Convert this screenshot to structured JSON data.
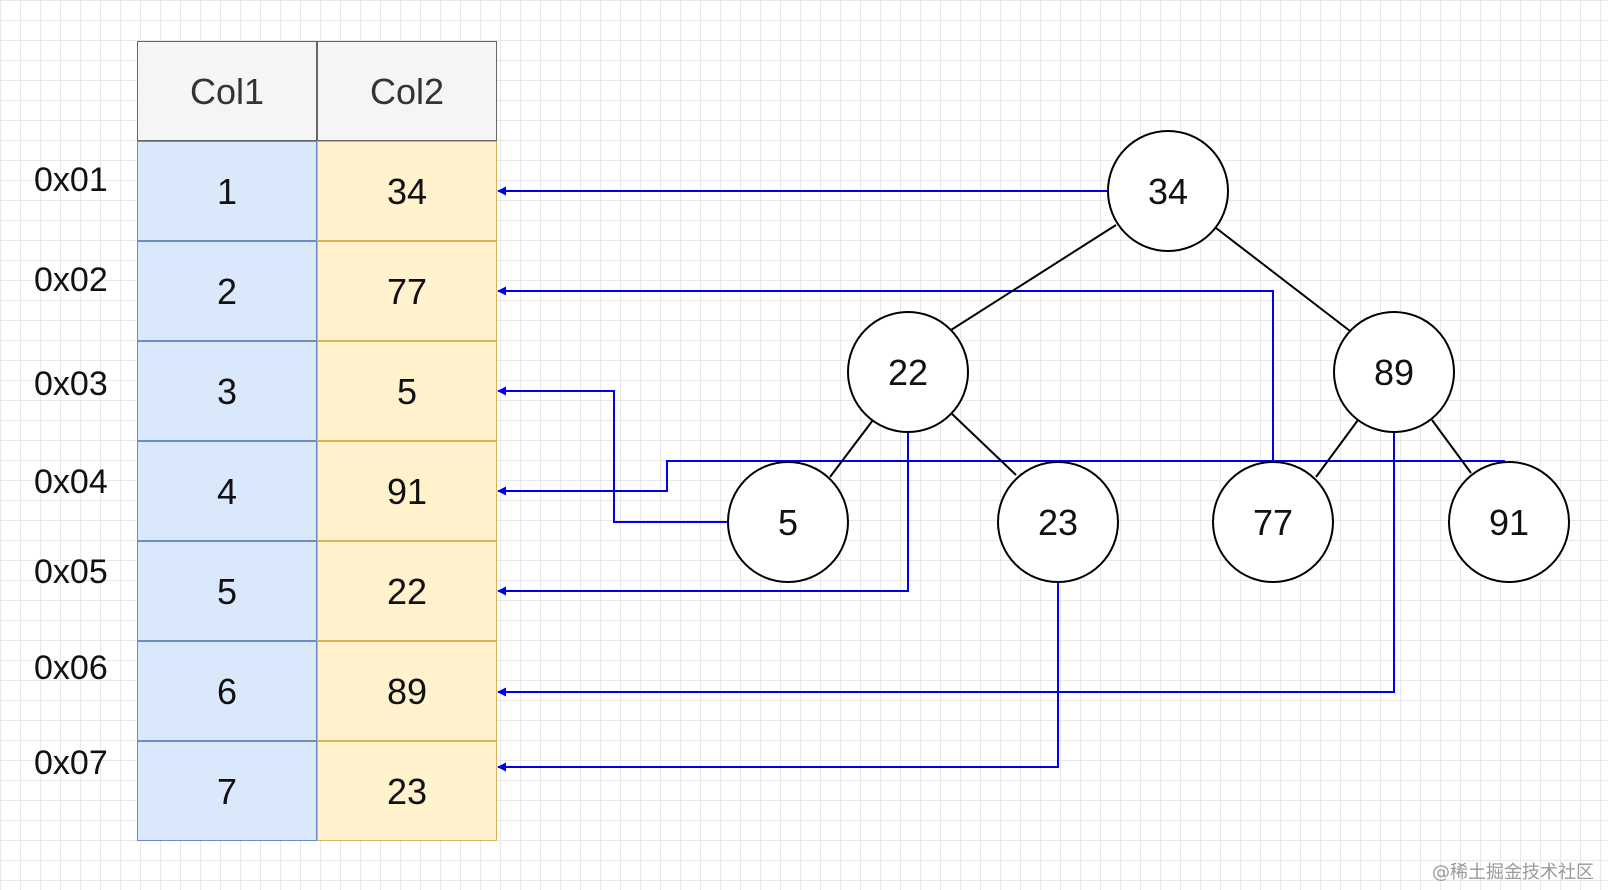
{
  "table": {
    "headers": [
      "Col1",
      "Col2"
    ],
    "rows": [
      {
        "address": "0x01",
        "col1": "1",
        "col2": "34"
      },
      {
        "address": "0x02",
        "col1": "2",
        "col2": "77"
      },
      {
        "address": "0x03",
        "col1": "3",
        "col2": "5"
      },
      {
        "address": "0x04",
        "col1": "4",
        "col2": "91"
      },
      {
        "address": "0x05",
        "col1": "5",
        "col2": "22"
      },
      {
        "address": "0x06",
        "col1": "6",
        "col2": "89"
      },
      {
        "address": "0x07",
        "col1": "7",
        "col2": "23"
      }
    ]
  },
  "tree": {
    "nodes": [
      {
        "id": "n34",
        "label": "34"
      },
      {
        "id": "n22",
        "label": "22"
      },
      {
        "id": "n89",
        "label": "89"
      },
      {
        "id": "n5",
        "label": "5"
      },
      {
        "id": "n23",
        "label": "23"
      },
      {
        "id": "n77",
        "label": "77"
      },
      {
        "id": "n91",
        "label": "91"
      }
    ],
    "edges": [
      {
        "from": "n34",
        "to": "n22"
      },
      {
        "from": "n34",
        "to": "n89"
      },
      {
        "from": "n22",
        "to": "n5"
      },
      {
        "from": "n22",
        "to": "n23"
      },
      {
        "from": "n89",
        "to": "n77"
      },
      {
        "from": "n89",
        "to": "n91"
      }
    ],
    "pointers": [
      {
        "node": "n34",
        "row": "0x01"
      },
      {
        "node": "n77",
        "row": "0x02"
      },
      {
        "node": "n5",
        "row": "0x03"
      },
      {
        "node": "n91",
        "row": "0x04"
      },
      {
        "node": "n22",
        "row": "0x05"
      },
      {
        "node": "n89",
        "row": "0x06"
      },
      {
        "node": "n23",
        "row": "0x07"
      }
    ]
  },
  "colors": {
    "pointer": "#0000ee",
    "edge": "#000000",
    "col1_fill": "#dae8fc",
    "col2_fill": "#fff2cc",
    "header_fill": "#f5f5f5"
  },
  "watermark": "@稀土掘金技术社区"
}
